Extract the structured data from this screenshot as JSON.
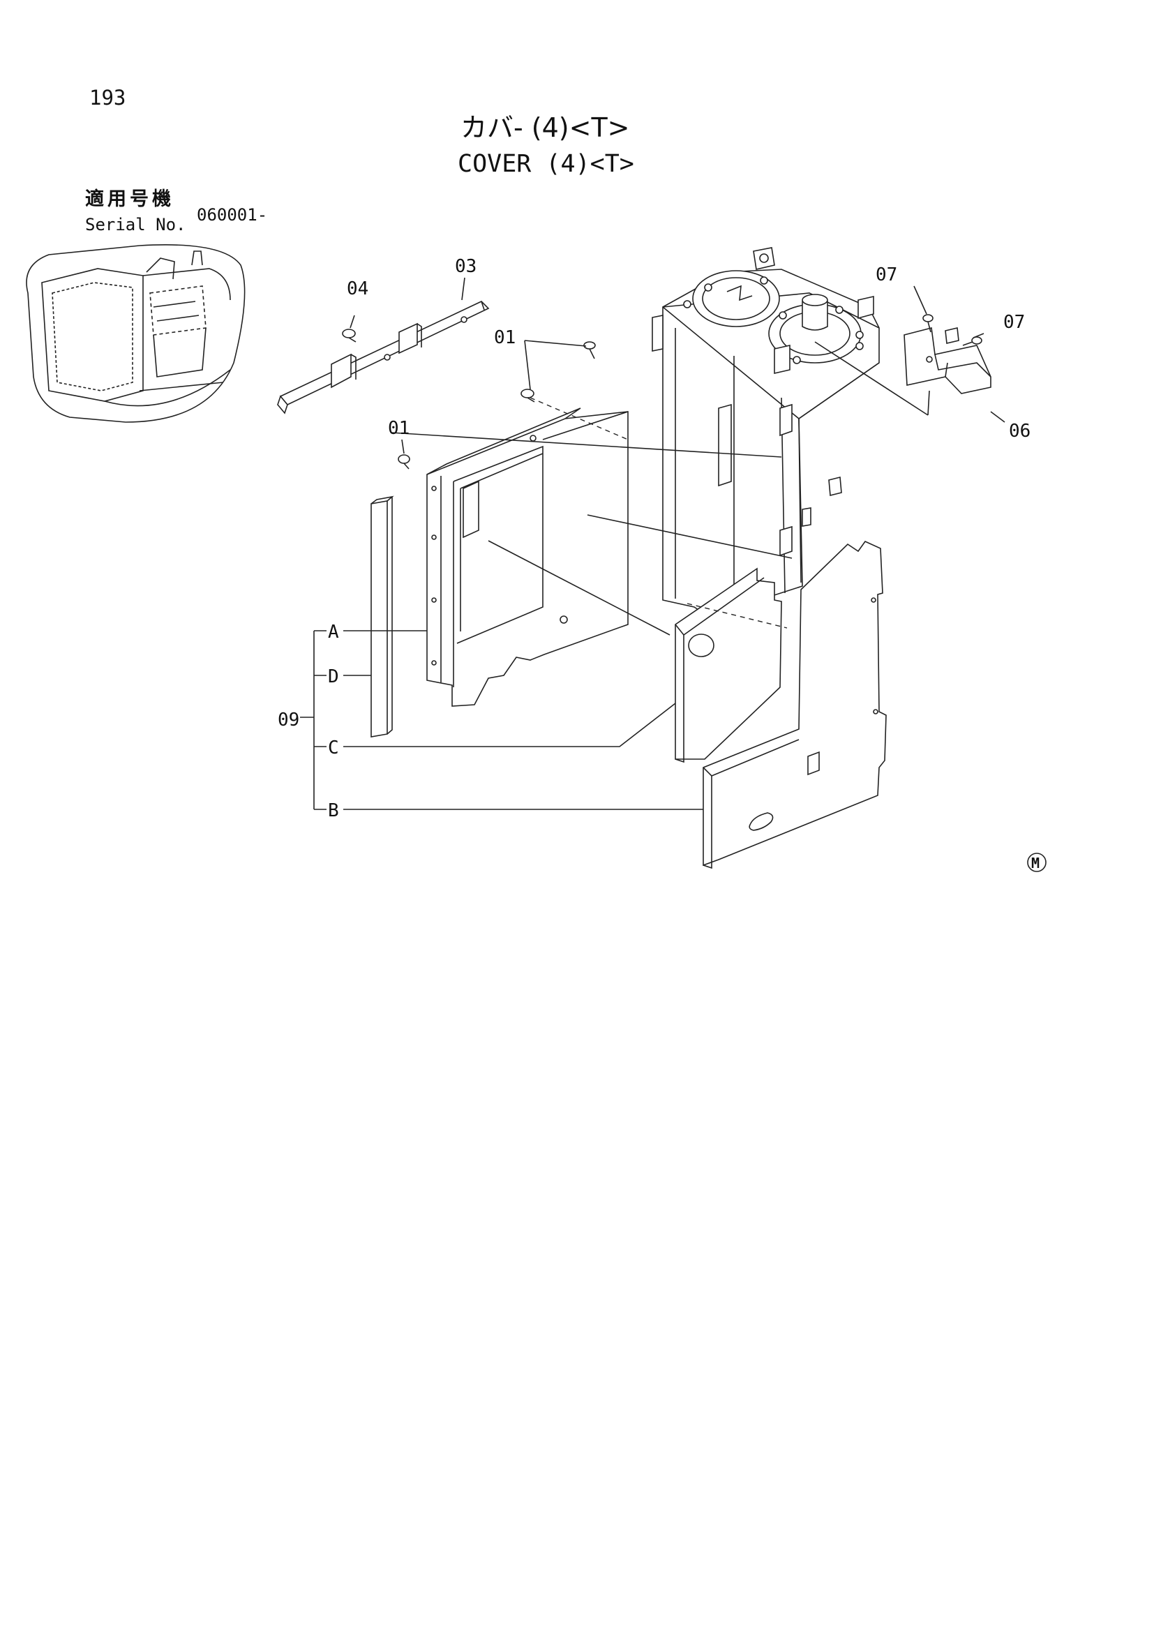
{
  "page": {
    "number": "193",
    "title_ja": "カバ- (4)<T>",
    "title_en": "COVER (4)<T>",
    "serial_label_ja": "適用号機",
    "serial_label_en": "Serial No.",
    "serial_value": "060001-"
  },
  "callouts": {
    "p01a": "01",
    "p01b": "01",
    "p03": "03",
    "p04": "04",
    "p06": "06",
    "p07a": "07",
    "p07b": "07",
    "p09": "09",
    "sub_a": "A",
    "sub_b": "B",
    "sub_c": "C",
    "sub_d": "D"
  },
  "mark": "M"
}
